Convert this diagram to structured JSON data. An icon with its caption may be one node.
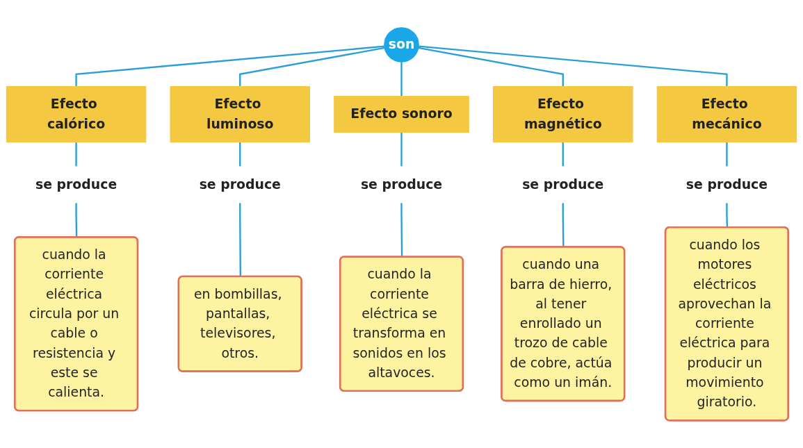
{
  "diagram": {
    "nodes": [
      {
        "text": [
          "son"
        ]
      },
      {
        "text": [
          "Efecto calórico"
        ]
      },
      {
        "text": [
          "Efecto luminoso"
        ]
      },
      {
        "text": [
          "Efecto sonoro"
        ]
      },
      {
        "text": [
          "Efecto magnético"
        ]
      },
      {
        "text": [
          "Efecto mecánico"
        ]
      },
      {
        "text": [
          "se produce"
        ]
      },
      {
        "text": [
          "se produce"
        ]
      },
      {
        "text": [
          "se produce"
        ]
      },
      {
        "text": [
          "se produce"
        ]
      },
      {
        "text": [
          "se produce"
        ]
      },
      {
        "text": [
          "cuando la corriente eléctrica circula por un cable o resistencia y este se calienta."
        ]
      },
      {
        "text": [
          "en bombillas, pantallas, televisores, otros."
        ]
      },
      {
        "text": [
          "cuando la corriente eléctrica se transforma en sonidos en los altavoces."
        ]
      },
      {
        "text": [
          "cuando una barra de hierro, al tener enrollado un trozo de cable de cobre, actúa como un imán."
        ]
      },
      {
        "text": [
          "cuando los motores eléctricos aprovechan la corriente eléctrica para producir un movimiento giratorio."
        ]
      }
    ],
    "edges": [
      {
        "from": 0,
        "to": 1,
        "arrow": "none"
      },
      {
        "from": 0,
        "to": 2,
        "arrow": "none"
      },
      {
        "from": 0,
        "to": 3,
        "arrow": "none"
      },
      {
        "from": 0,
        "to": 4,
        "arrow": "none"
      },
      {
        "from": 0,
        "to": 5,
        "arrow": "none"
      },
      {
        "from": 1,
        "to": 6,
        "arrow": "none"
      },
      {
        "from": 2,
        "to": 7,
        "arrow": "none"
      },
      {
        "from": 3,
        "to": 8,
        "arrow": "none"
      },
      {
        "from": 4,
        "to": 9,
        "arrow": "none"
      },
      {
        "from": 5,
        "to": 10,
        "arrow": "none"
      },
      {
        "from": 6,
        "to": 11,
        "arrow": "none"
      },
      {
        "from": 7,
        "to": 12,
        "arrow": "none"
      },
      {
        "from": 8,
        "to": 13,
        "arrow": "none"
      },
      {
        "from": 9,
        "to": 14,
        "arrow": "none"
      },
      {
        "from": 10,
        "to": 15,
        "arrow": "none"
      }
    ]
  }
}
